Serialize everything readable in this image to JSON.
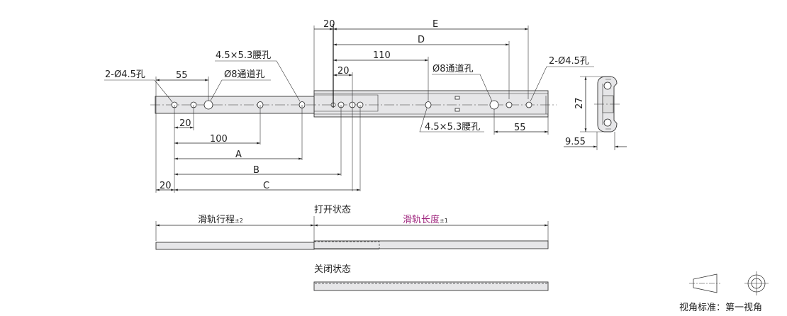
{
  "drawing": {
    "top_dims": {
      "offset_20": "20",
      "E": "E",
      "D": "D",
      "d110": "110",
      "d20_inner": "20"
    },
    "left_dims": {
      "d55": "55",
      "d20_a": "20",
      "d100": "100",
      "A": "A",
      "B": "B",
      "C": "C",
      "d20_b": "20"
    },
    "right_dims": {
      "d55": "55",
      "height_27": "27",
      "width_955": "9.55"
    },
    "callouts": {
      "left_holes": "2-Ø4.5孔",
      "left_access": "Ø8通道孔",
      "left_slot": "4.5×5.3腰孔",
      "right_access": "Ø8通道孔",
      "right_holes": "2-Ø4.5孔",
      "right_slot": "4.5×5.3腰孔"
    },
    "states": {
      "open_label": "打开状态",
      "closed_label": "关闭状态",
      "stroke_label": "滑轨行程",
      "stroke_tol": "±2",
      "length_label": "滑轨长度",
      "length_tol": "±1",
      "length_color": "#a0287f"
    },
    "projection": {
      "label": "视角标准：第一视角"
    }
  }
}
